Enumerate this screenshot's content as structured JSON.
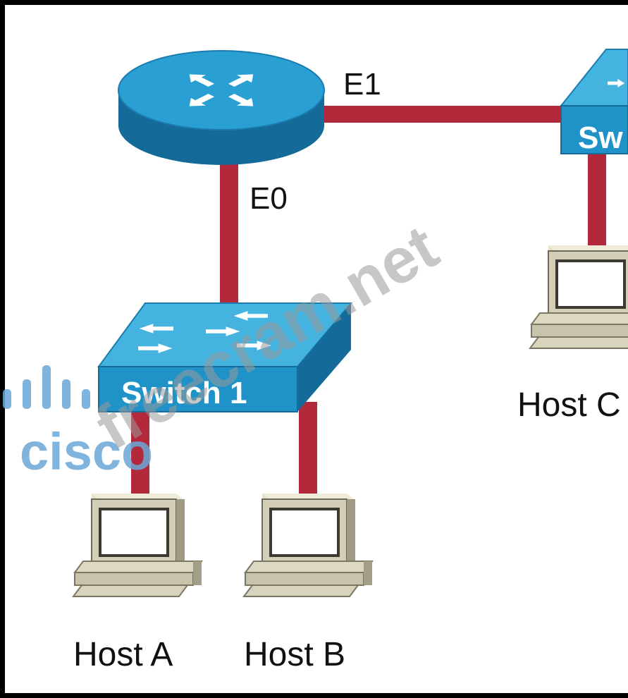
{
  "router": {
    "ports": {
      "e1": "E1",
      "e0": "E0"
    }
  },
  "switches": [
    {
      "label": "Switch 1"
    },
    {
      "label": "Sw"
    }
  ],
  "hosts": [
    {
      "label": "Host A"
    },
    {
      "label": "Host B"
    },
    {
      "label": "Host C"
    }
  ],
  "watermarks": {
    "site": "freecram.net",
    "logo": "cisco"
  },
  "colors": {
    "link": "#b3283a",
    "device_blue": "#1f93c8",
    "device_blue_light": "#44b3e0",
    "device_blue_dark": "#146b9a",
    "host_beige": "#d3ceb6",
    "background": "#ffffff",
    "border": "#000000",
    "watermark_logo": "#6aa8d8"
  }
}
